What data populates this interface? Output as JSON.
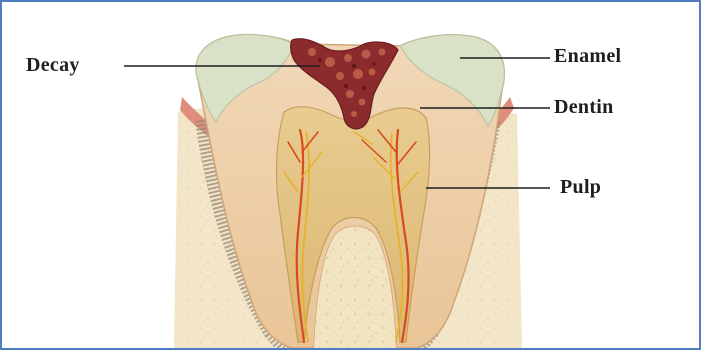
{
  "labels": {
    "decay": "Decay",
    "enamel": "Enamel",
    "dentin": "Dentin",
    "pulp": "Pulp"
  },
  "colors": {
    "frame_border": "#4f7fc0",
    "enamel": "#d9e2c6",
    "dentin": "#efcfa9",
    "pulp": "#e3c486",
    "decay": "#8b2b2e",
    "gum": "#e08e7c",
    "bone": "#f1e1bd",
    "nerve_red": "#d94a1c",
    "nerve_yellow": "#e6b020",
    "leader_line": "#1e1e1e"
  }
}
